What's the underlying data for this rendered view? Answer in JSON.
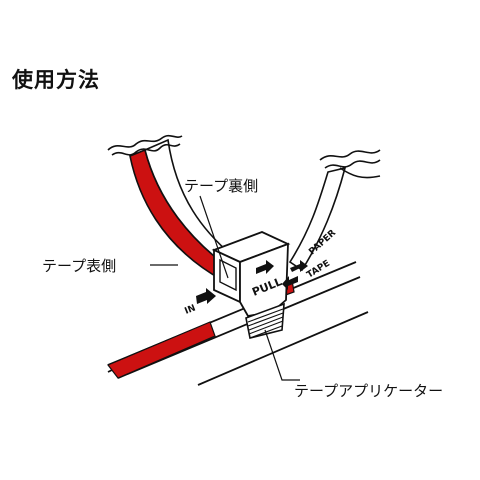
{
  "heading": "使用方法",
  "labels": {
    "tape_back": "テープ裏側",
    "tape_front": "テープ表側",
    "applicator": "テープアプリケーター"
  },
  "device": {
    "pull": "PULL",
    "in": "IN",
    "paper": "PAPER",
    "tape": "TAPE"
  },
  "colors": {
    "tape_red": "#cc1111",
    "outline": "#111111"
  }
}
